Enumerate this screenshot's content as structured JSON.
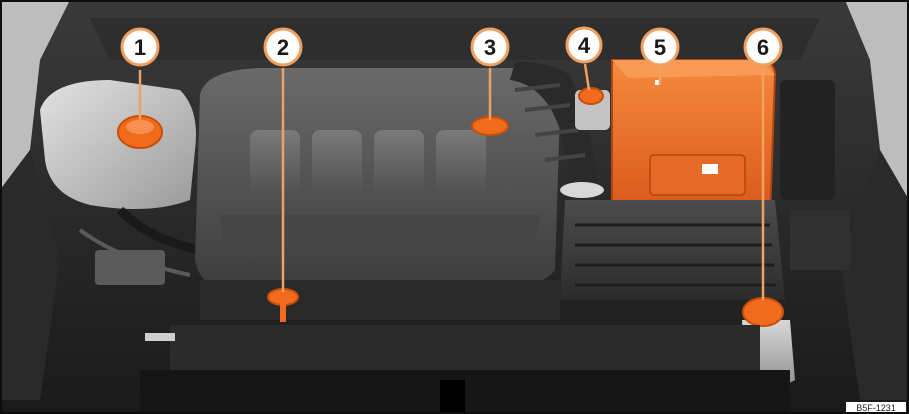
{
  "figure": {
    "reference_code": "B5F-1231"
  },
  "colors": {
    "highlight": "#f26a1b",
    "highlight_dark": "#c84e0c",
    "callout_ring": "#f0a060",
    "frame": "#0d0d0d"
  },
  "callouts": [
    {
      "number": "1",
      "part_icon": "coolant-reservoir-cap"
    },
    {
      "number": "2",
      "part_icon": "engine-oil-dipstick"
    },
    {
      "number": "3",
      "part_icon": "engine-oil-filler-cap"
    },
    {
      "number": "4",
      "part_icon": "brake-fluid-reservoir-cap"
    },
    {
      "number": "5",
      "part_icon": "vehicle-battery"
    },
    {
      "number": "6",
      "part_icon": "washer-fluid-reservoir-cap"
    }
  ]
}
